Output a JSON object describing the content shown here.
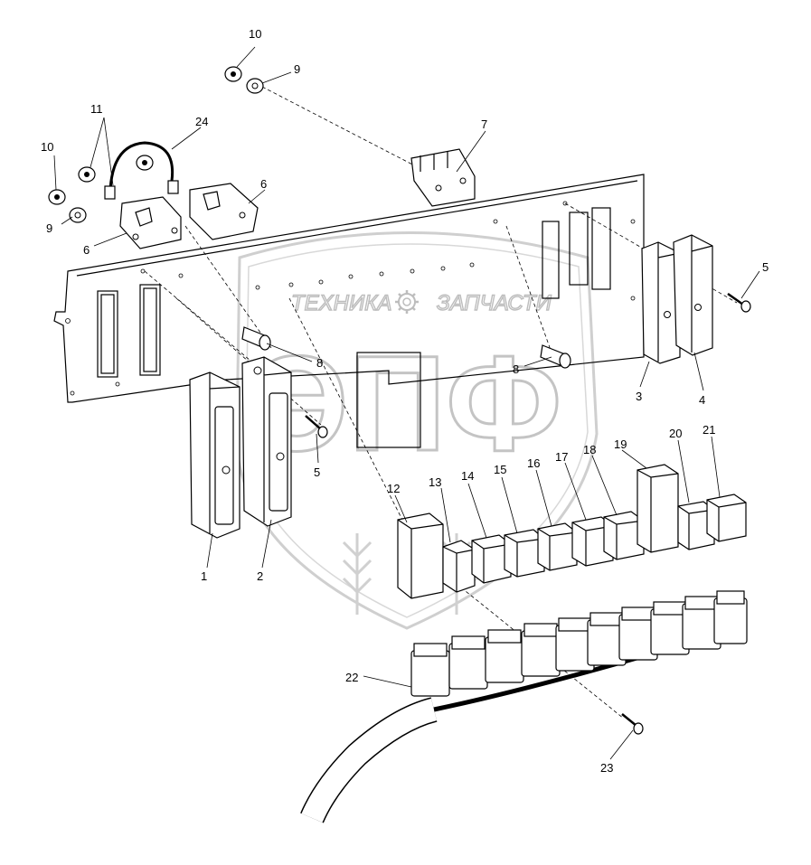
{
  "watermark": {
    "left_text": "ТЕХНИКА",
    "right_text": "ЗАПЧАСТИ",
    "logo": "ЭПФ",
    "gear_icon": "gear-icon"
  },
  "callouts": [
    "1",
    "2",
    "3",
    "4",
    "5",
    "5",
    "6",
    "6",
    "7",
    "8",
    "8",
    "9",
    "9",
    "10",
    "10",
    "11",
    "12",
    "13",
    "14",
    "15",
    "16",
    "17",
    "18",
    "19",
    "20",
    "21",
    "22",
    "23",
    "24"
  ]
}
